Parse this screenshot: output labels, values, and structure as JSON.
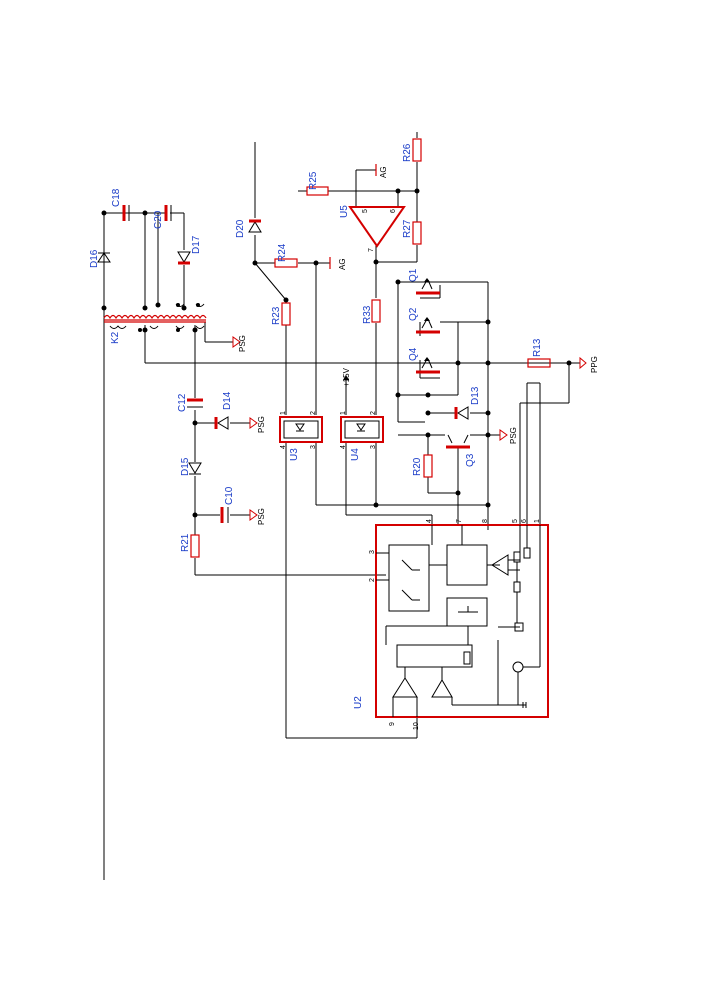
{
  "components": {
    "D16": "D16",
    "C18": "C18",
    "C20": "C20",
    "D17": "D17",
    "K2": "K2",
    "D20": "D20",
    "R24": "R24",
    "R23": "R23",
    "R25": "R25",
    "R26": "R26",
    "R27": "R27",
    "U5": "U5",
    "R33": "R33",
    "Q1": "Q1",
    "Q2": "Q2",
    "Q4": "Q4",
    "D13": "D13",
    "R13": "R13",
    "R20": "R20",
    "Q3": "Q3",
    "C12": "C12",
    "D14": "D14",
    "D15": "D15",
    "C10": "C10",
    "R21": "R21",
    "U3": "U3",
    "U4": "U4",
    "U2": "U2"
  },
  "nets": {
    "psg": "PSG",
    "ag": "AG",
    "ppg": "PPG",
    "plus15v": "+15V"
  },
  "pins": {
    "u5_in_pos": "5",
    "u5_in_neg": "6",
    "u5_out": "7",
    "opto_1": "1",
    "opto_2": "2",
    "opto_3": "3",
    "opto_4": "4",
    "u2_1": "1",
    "u2_2": "2",
    "u2_3": "3",
    "u2_4": "4",
    "u2_5": "5",
    "u2_6": "6",
    "u2_7": "7",
    "u2_8": "8",
    "u2_9": "9",
    "u2_10": "10"
  },
  "colors": {
    "label": "#1a3cc8",
    "highlight": "#d40000",
    "wire": "#000000"
  }
}
